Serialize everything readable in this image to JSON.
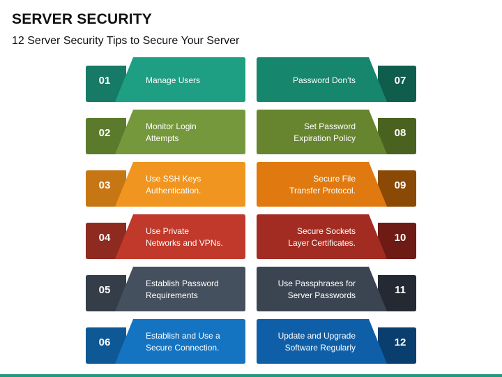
{
  "title": "SERVER SECURITY",
  "subtitle": "12 Server Security Tips to Secure Your Server",
  "tips": [
    {
      "num": "01",
      "text": "Manage Users",
      "color": "#1e9e83",
      "dark": "#167a66"
    },
    {
      "num": "02",
      "text": "Monitor Login\nAttempts",
      "color": "#76983c",
      "dark": "#5c7a2c"
    },
    {
      "num": "03",
      "text": "Use SSH Keys\nAuthentication.",
      "color": "#f0951f",
      "dark": "#c77614"
    },
    {
      "num": "04",
      "text": "Use Private\nNetworks and VPNs.",
      "color": "#c0392b",
      "dark": "#8f2a20"
    },
    {
      "num": "05",
      "text": "Establish Password\nRequirements",
      "color": "#45505e",
      "dark": "#343d48"
    },
    {
      "num": "06",
      "text": "Establish and Use a\nSecure Connection.",
      "color": "#1474c2",
      "dark": "#0e5896"
    },
    {
      "num": "07",
      "text": "Password Don’ts",
      "color": "#16866d",
      "dark": "#0f5e4d"
    },
    {
      "num": "08",
      "text": "Set Password\nExpiration Policy",
      "color": "#67852f",
      "dark": "#4a6220"
    },
    {
      "num": "09",
      "text": "Secure File\nTransfer Protocol.",
      "color": "#e07a10",
      "dark": "#8a4a06"
    },
    {
      "num": "10",
      "text": "Secure Sockets\nLayer Certificates.",
      "color": "#a32c22",
      "dark": "#6e1b15"
    },
    {
      "num": "11",
      "text": "Use Passphrases for\nServer Passwords",
      "color": "#3b4552",
      "dark": "#232a33"
    },
    {
      "num": "12",
      "text": "Update and Upgrade\nSoftware Regularly",
      "color": "#0f5fa8",
      "dark": "#0a3e6e"
    }
  ]
}
